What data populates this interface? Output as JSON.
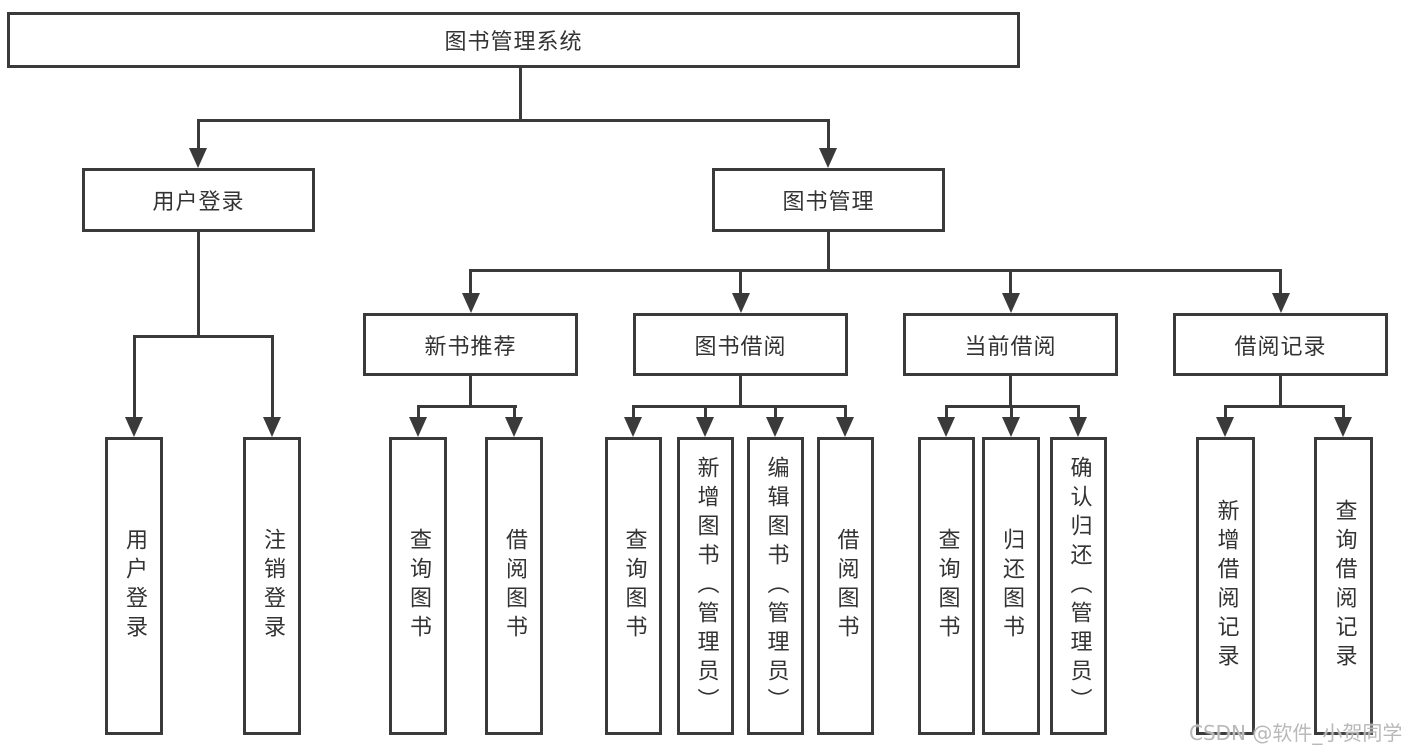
{
  "diagram": {
    "title": "图书管理系统",
    "type": "hierarchy-tree",
    "colors": {
      "line": "#3a3a3a",
      "text": "#333333",
      "background": "#ffffff",
      "watermark": "#b9b9b9"
    },
    "watermark": "CSDN @软件_小贺同学"
  },
  "nodes": {
    "root": {
      "label": "图书管理系统"
    },
    "login": {
      "label": "用户登录"
    },
    "mgmt": {
      "label": "图书管理"
    },
    "recommend": {
      "label": "新书推荐"
    },
    "borrow": {
      "label": "图书借阅"
    },
    "current": {
      "label": "当前借阅"
    },
    "records": {
      "label": "借阅记录"
    },
    "login_user": {
      "label": "用户登录"
    },
    "login_logout": {
      "label": "注销登录"
    },
    "recommend_query": {
      "label": "查询图书"
    },
    "recommend_borrow": {
      "label": "借阅图书"
    },
    "borrow_query": {
      "label": "查询图书"
    },
    "borrow_add": {
      "label": "新增图书（管理员）"
    },
    "borrow_edit": {
      "label": "编辑图书（管理员）"
    },
    "borrow_borrow": {
      "label": "借阅图书"
    },
    "current_query": {
      "label": "查询图书"
    },
    "current_return": {
      "label": "归还图书"
    },
    "current_confirm": {
      "label": "确认归还（管理员）"
    },
    "records_add": {
      "label": "新增借阅记录"
    },
    "records_query": {
      "label": "查询借阅记录"
    }
  },
  "tree": {
    "root": "图书管理系统",
    "children": [
      {
        "label": "用户登录",
        "children": [
          "用户登录",
          "注销登录"
        ]
      },
      {
        "label": "图书管理",
        "children": [
          {
            "label": "新书推荐",
            "children": [
              "查询图书",
              "借阅图书"
            ]
          },
          {
            "label": "图书借阅",
            "children": [
              "查询图书",
              "新增图书（管理员）",
              "编辑图书（管理员）",
              "借阅图书"
            ]
          },
          {
            "label": "当前借阅",
            "children": [
              "查询图书",
              "归还图书",
              "确认归还（管理员）"
            ]
          },
          {
            "label": "借阅记录",
            "children": [
              "新增借阅记录",
              "查询借阅记录"
            ]
          }
        ]
      }
    ]
  }
}
